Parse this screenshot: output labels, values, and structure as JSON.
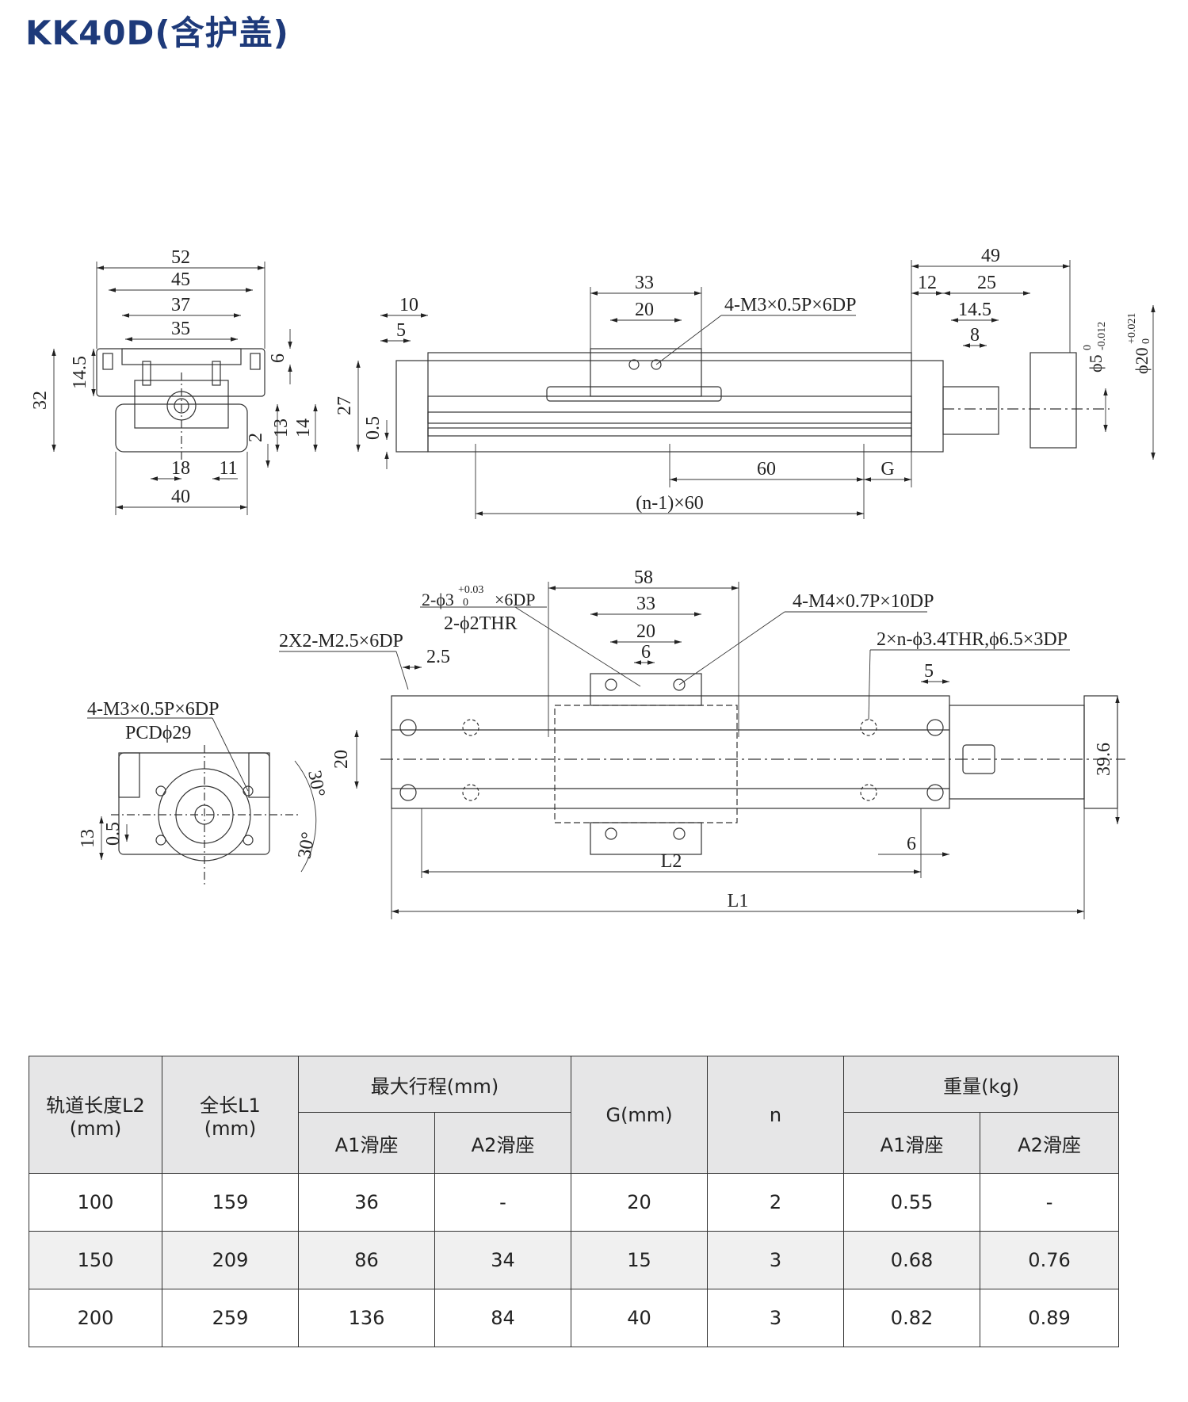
{
  "title": "KK40D(含护盖)",
  "drawing_labels": {
    "end_view": {
      "w52": "52",
      "w45": "45",
      "w37": "37",
      "w35": "35",
      "h14_5": "14.5",
      "h6": "6",
      "h32": "32",
      "h2": "2",
      "h13": "13",
      "h14": "14",
      "w18": "18",
      "w11": "11",
      "w40": "40"
    },
    "side_view": {
      "d10": "10",
      "d5": "5",
      "d33": "33",
      "d20": "20",
      "note_m3": "4-M3×0.5P×6DP",
      "h27": "27",
      "h0_5": "0.5",
      "d60": "60",
      "dG": "G",
      "n60": "(n-1)×60",
      "d49": "49",
      "d12": "12",
      "d25": "25",
      "d14_5": "14.5",
      "d8": "8",
      "phi5": "ϕ5",
      "phi5_tol_up": "0",
      "phi5_tol_low": "-0.012",
      "phi20": "ϕ20",
      "phi20_tol_up": "+0.021",
      "phi20_tol_low": "0"
    },
    "top_view": {
      "note_hole_a": "2-ϕ3",
      "note_hole_tol_up": "+0.03",
      "note_hole_tol_low": "0",
      "note_hole_b": "×6DP",
      "note_thr": "2-ϕ2THR",
      "d58": "58",
      "d33": "33",
      "d20": "20",
      "d6": "6",
      "note_m4": "4-M4×0.7P×10DP",
      "note_m25": "2X2-M2.5×6DP",
      "d2_5": "2.5",
      "note_base": "2×n-ϕ3.4THR,ϕ6.5×3DP",
      "d5": "5",
      "h20": "20",
      "h39_6": "39.6",
      "d6b": "6",
      "l2": "L2",
      "l1": "L1"
    },
    "motor_view": {
      "note_m3": "4-M3×0.5P×6DP",
      "note_pcd": "PCDϕ29",
      "a30_top": "30°",
      "a30_bot": "30°",
      "h13": "13",
      "h0_5": "0.5"
    }
  },
  "table": {
    "h_l2": "轨道长度L2",
    "h_l2_unit": "(mm)",
    "h_l1": "全长L1",
    "h_l1_unit": "(mm)",
    "h_stroke": "最大行程(mm)",
    "h_g": "G(mm)",
    "h_n": "n",
    "h_weight": "重量(kg)",
    "h_a1": "A1滑座",
    "h_a2": "A2滑座",
    "h_a1w": "A1滑座",
    "h_a2w": "A2滑座",
    "rows": [
      {
        "l2": "100",
        "l1": "159",
        "s1": "36",
        "s2": "-",
        "g": "20",
        "n": "2",
        "w1": "0.55",
        "w2": "-"
      },
      {
        "l2": "150",
        "l1": "209",
        "s1": "86",
        "s2": "34",
        "g": "15",
        "n": "3",
        "w1": "0.68",
        "w2": "0.76"
      },
      {
        "l2": "200",
        "l1": "259",
        "s1": "136",
        "s2": "84",
        "g": "40",
        "n": "3",
        "w1": "0.82",
        "w2": "0.89"
      }
    ]
  },
  "colors": {
    "title": "#1e3a7a",
    "line": "#333333",
    "header_bg": "#e6e6e7"
  }
}
